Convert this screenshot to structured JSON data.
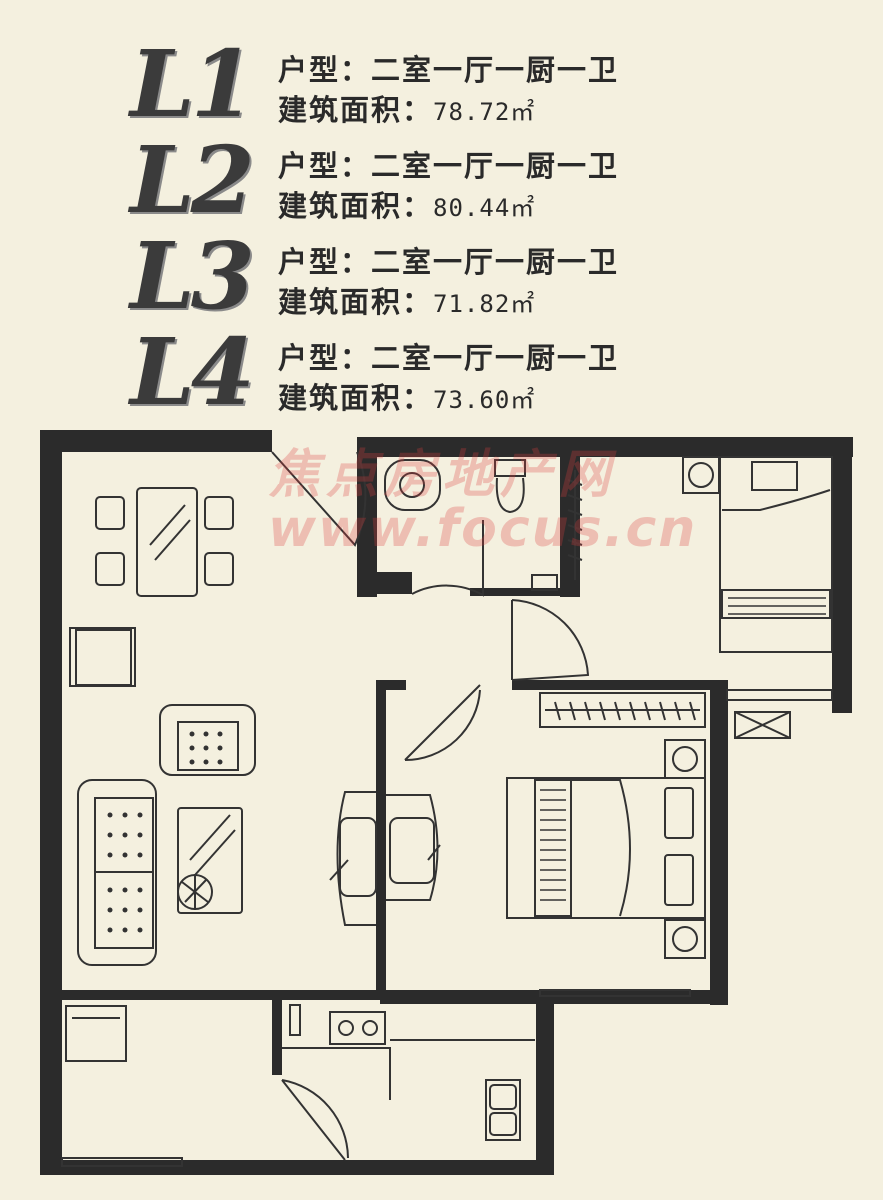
{
  "units": [
    {
      "code": "L1",
      "layout_label": "户型：",
      "layout_value": "二室一厅一厨一卫",
      "area_label": "建筑面积：",
      "area_value": "78.72㎡"
    },
    {
      "code": "L2",
      "layout_label": "户型：",
      "layout_value": "二室一厅一厨一卫",
      "area_label": "建筑面积：",
      "area_value": "80.44㎡"
    },
    {
      "code": "L3",
      "layout_label": "户型：",
      "layout_value": "二室一厅一厨一卫",
      "area_label": "建筑面积：",
      "area_value": "71.82㎡"
    },
    {
      "code": "L4",
      "layout_label": "户型：",
      "layout_value": "二室一厅一厨一卫",
      "area_label": "建筑面积：",
      "area_value": "73.60㎡"
    }
  ],
  "watermark": {
    "cn": "焦点房地产网",
    "url": "www.focus.cn"
  },
  "colors": {
    "background": "#f4f0df",
    "wall": "#2b2b2b",
    "line": "#333333"
  }
}
